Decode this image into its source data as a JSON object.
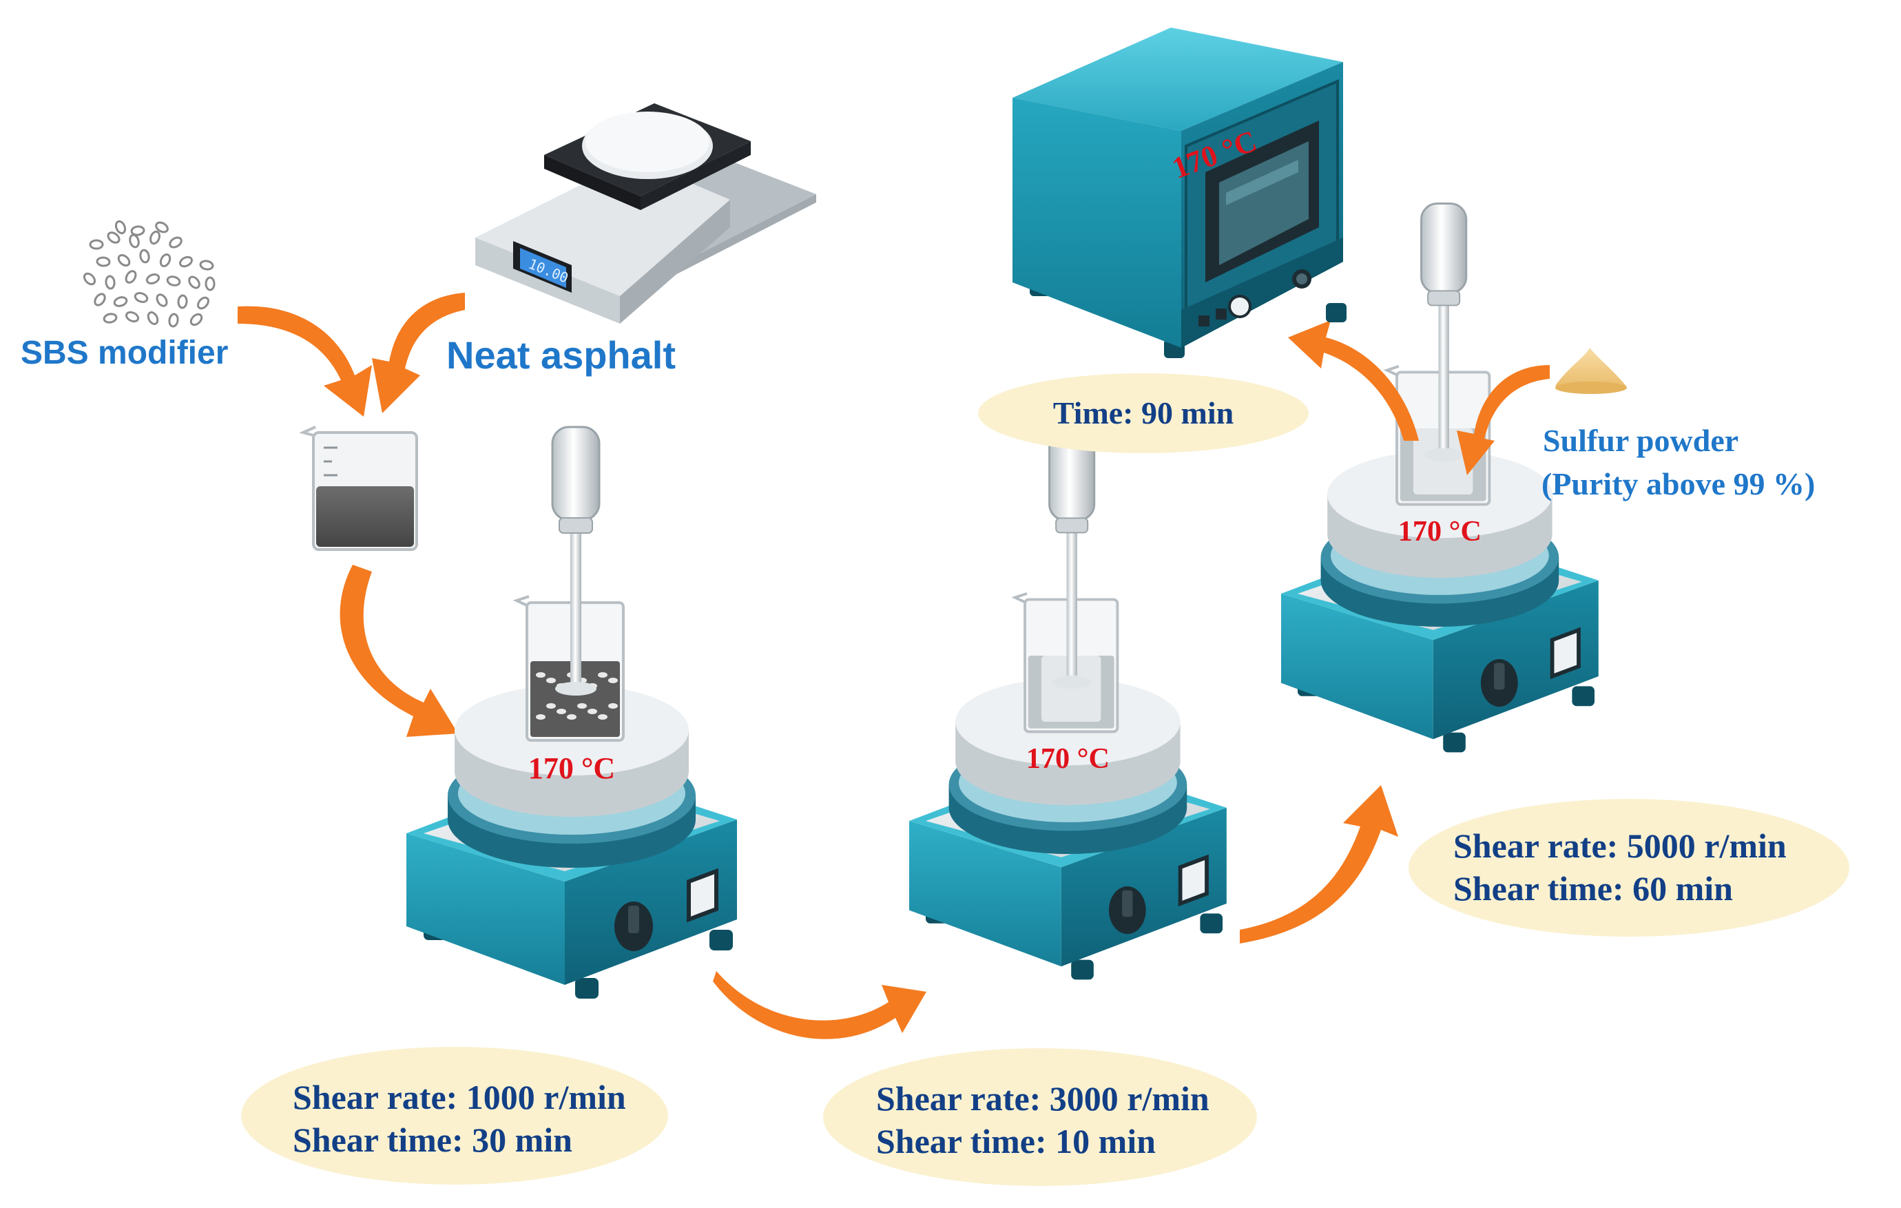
{
  "labels": {
    "sbs_modifier": "SBS modifier",
    "neat_asphalt": "Neat asphalt",
    "sulfur_powder": "Sulfur powder",
    "sulfur_purity": "(Purity above 99 %)"
  },
  "balance_display": "10.00",
  "stages": [
    {
      "temperature": "170 °C",
      "line1": "Shear rate: 1000 r/min",
      "line2": "Shear time: 30 min"
    },
    {
      "temperature": "170 °C",
      "line1": "Shear rate: 3000 r/min",
      "line2": "Shear time: 10 min"
    },
    {
      "temperature": "170 °C",
      "line1": "Shear rate: 5000 r/min",
      "line2": "Shear time: 60 min"
    }
  ],
  "oven": {
    "temperature": "170 °C",
    "time_label": "Time: 90 min"
  },
  "colors": {
    "label_blue": "#1f77c9",
    "temperature_red": "#e0121b",
    "info_text": "#123f86",
    "arrow_orange": "#f47b20",
    "ellipse_fill": "#fbf1cf",
    "device_teal": "#1d8ea7",
    "device_teal_light": "#33b7cf"
  }
}
